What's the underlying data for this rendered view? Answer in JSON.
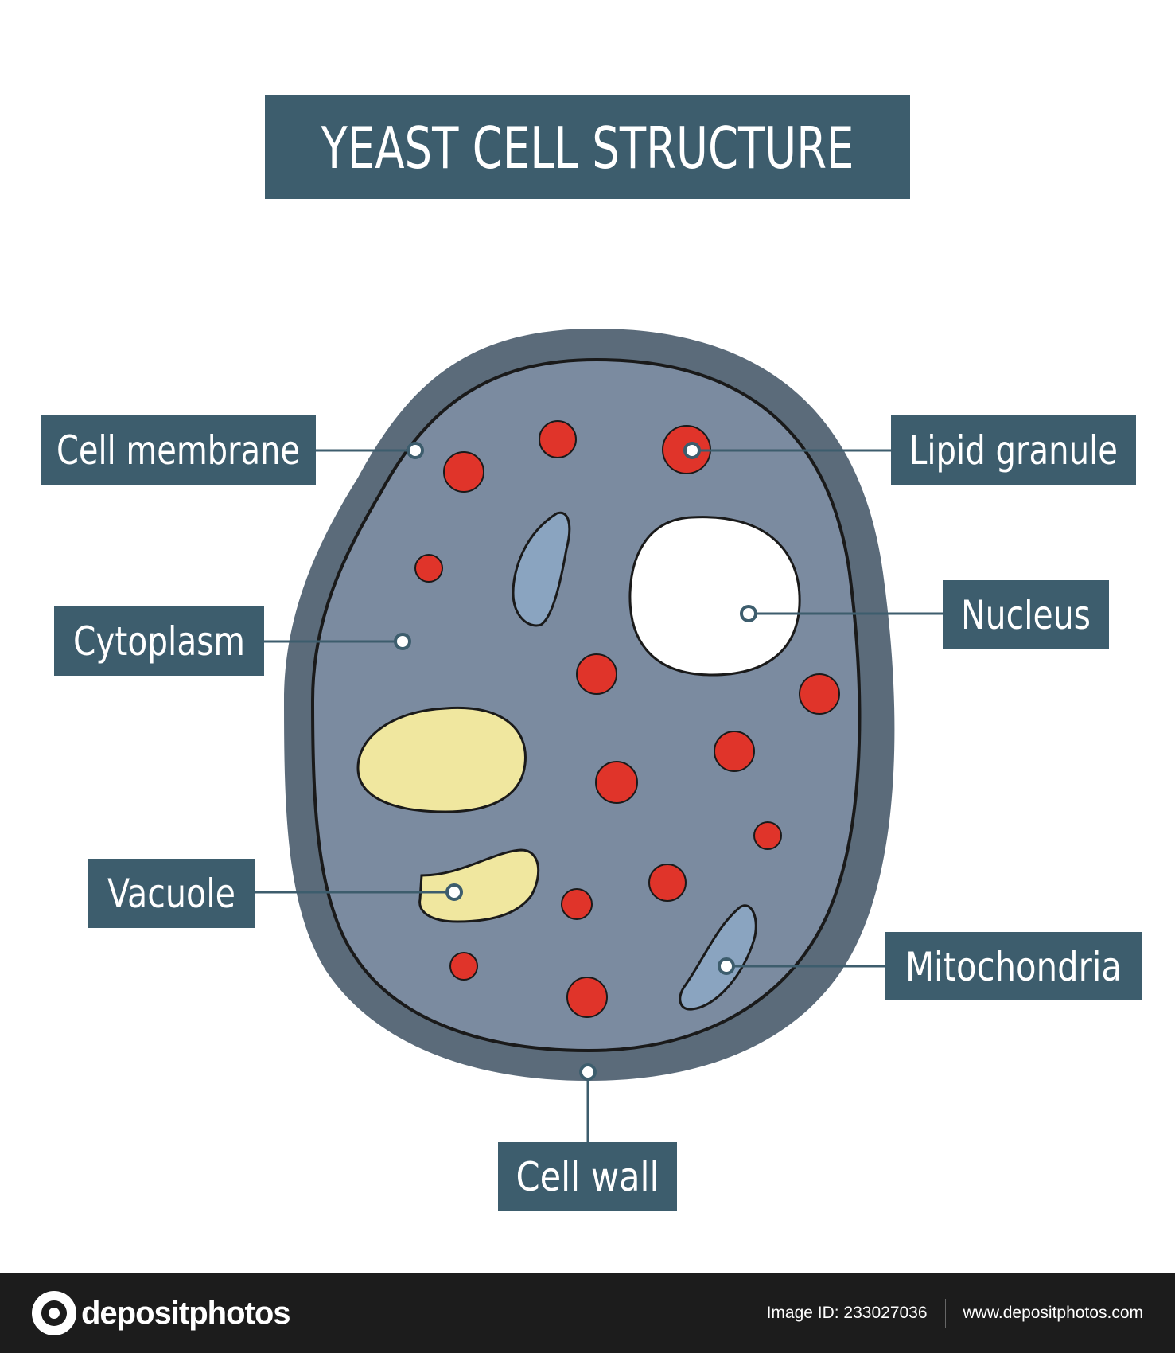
{
  "title": "YEAST CELL STRUCTURE",
  "labels": {
    "cell_membrane": "Cell membrane",
    "cytoplasm": "Cytoplasm",
    "vacuole": "Vacuole",
    "lipid_granule": "Lipid granule",
    "nucleus": "Nucleus",
    "mitochondria": "Mitochondria",
    "cell_wall": "Cell wall"
  },
  "footer": {
    "brand": "depositphotos",
    "image_id": "Image ID: 233027036",
    "website": "www.depositphotos.com"
  },
  "colors": {
    "label_bg": "#3d5d6d",
    "cell_wall": "#5b6b7a",
    "cytoplasm": "#7b8ba0",
    "lipid_granule": "#e0342a",
    "vacuole": "#f0e79f",
    "mitochondria": "#8aa4c0",
    "nucleus": "#ffffff"
  }
}
